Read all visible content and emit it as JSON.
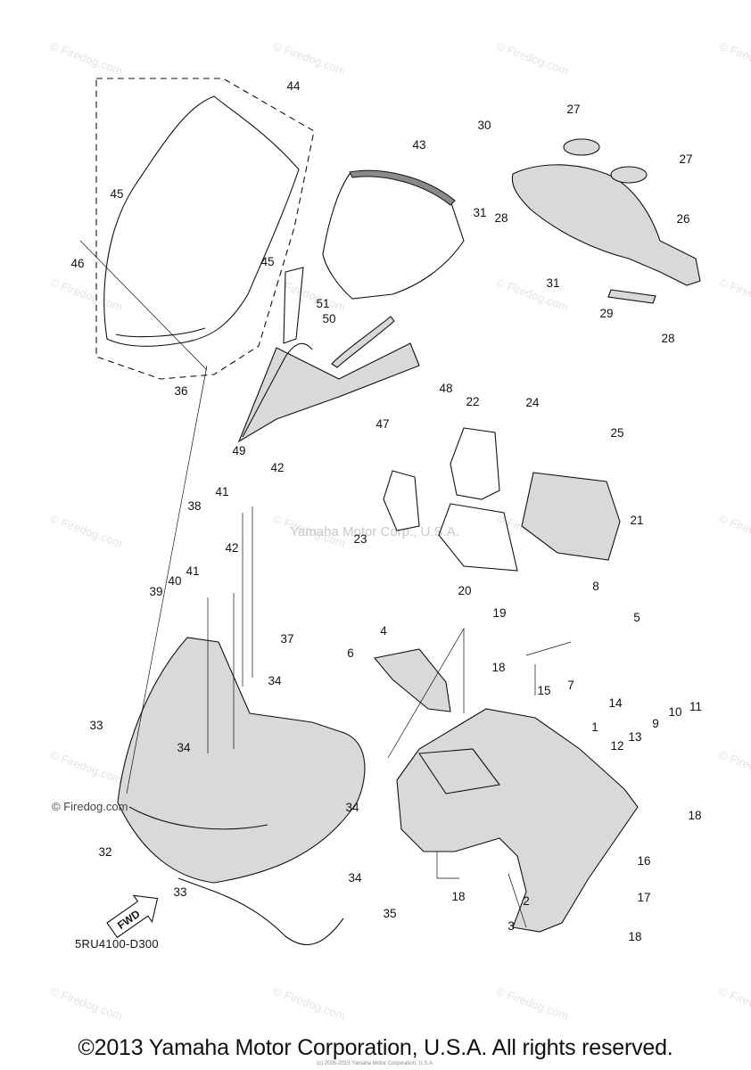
{
  "diagram": {
    "document_code": "5RU4100-D300",
    "center_watermark": "Yamaha Motor Corp., U.S.A.",
    "side_watermark": "© Firedog.com",
    "background_watermark": "© Firedog.com",
    "fwd_label": "FWD",
    "footer": "©2013 Yamaha Motor Corporation, U.S.A. All rights reserved.",
    "tiny_notice": "(c) 2005-2015 Yamaha Motor Corporation, U.S.A.",
    "callouts": [
      "1",
      "2",
      "3",
      "4",
      "5",
      "6",
      "7",
      "8",
      "9",
      "10",
      "11",
      "12",
      "13",
      "14",
      "15",
      "16",
      "17",
      "18",
      "18",
      "18",
      "18",
      "19",
      "20",
      "21",
      "22",
      "23",
      "24",
      "25",
      "26",
      "27",
      "27",
      "28",
      "28",
      "29",
      "30",
      "31",
      "31",
      "32",
      "33",
      "33",
      "34",
      "34",
      "34",
      "34",
      "35",
      "36",
      "37",
      "38",
      "39",
      "40",
      "41",
      "41",
      "42",
      "42",
      "43",
      "44",
      "45",
      "45",
      "46",
      "47",
      "48",
      "49",
      "50",
      "51"
    ]
  }
}
